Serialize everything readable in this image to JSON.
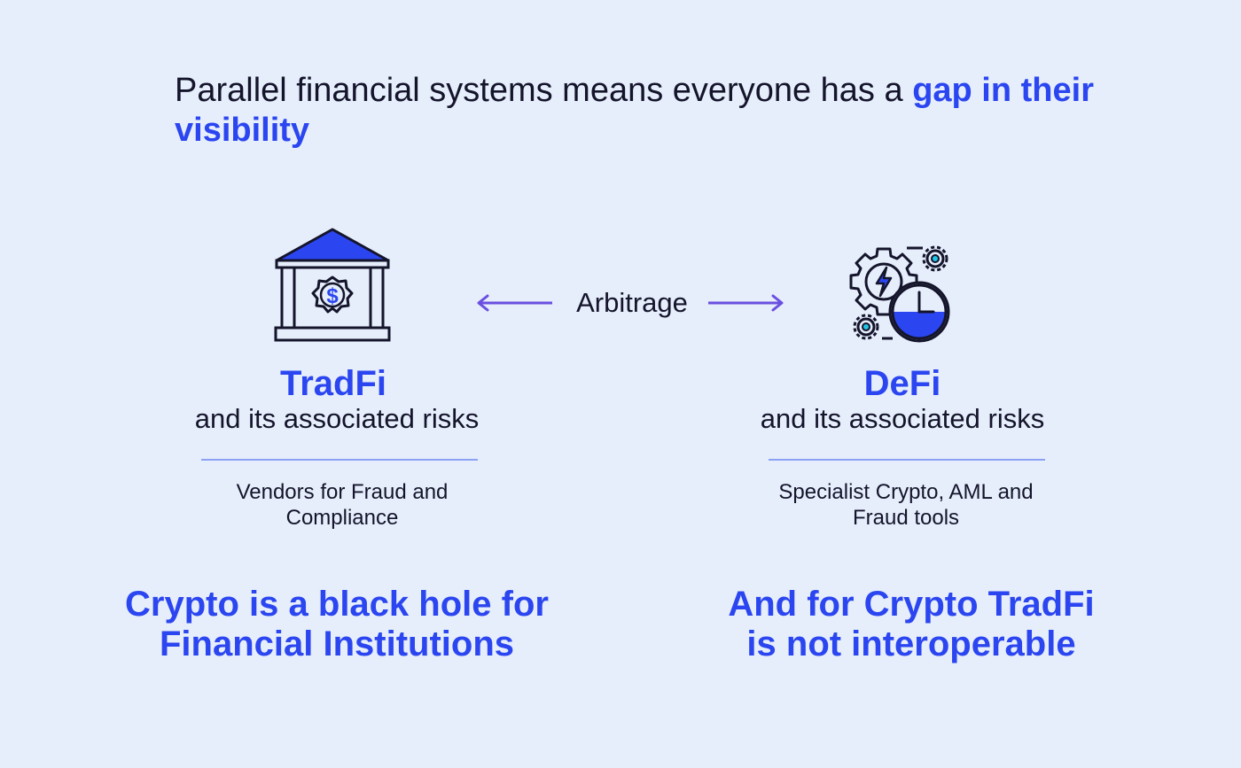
{
  "headline": {
    "part1": "Parallel financial systems means everyone has a ",
    "highlight": "gap in their visibility"
  },
  "arbitrage_label": "Arbitrage",
  "left": {
    "icon": "bank-icon",
    "title": "TradFi",
    "subtitle": "and its associated risks",
    "note_line1": "Vendors for Fraud and",
    "note_line2": "Compliance",
    "conclusion_line1": "Crypto is a black hole for",
    "conclusion_line2": "Financial Institutions"
  },
  "right": {
    "icon": "gears-clock-icon",
    "title": "DeFi",
    "subtitle": "and its associated risks",
    "note_line1": "Specialist Crypto, AML and",
    "note_line2": "Fraud tools",
    "conclusion_line1": "And for Crypto TradFi",
    "conclusion_line2": "is not interoperable"
  },
  "colors": {
    "background": "#e6eefb",
    "accent": "#2b46f0",
    "arrow": "#6a4fe0",
    "text": "#14142b",
    "divider": "#8ba2f4"
  }
}
